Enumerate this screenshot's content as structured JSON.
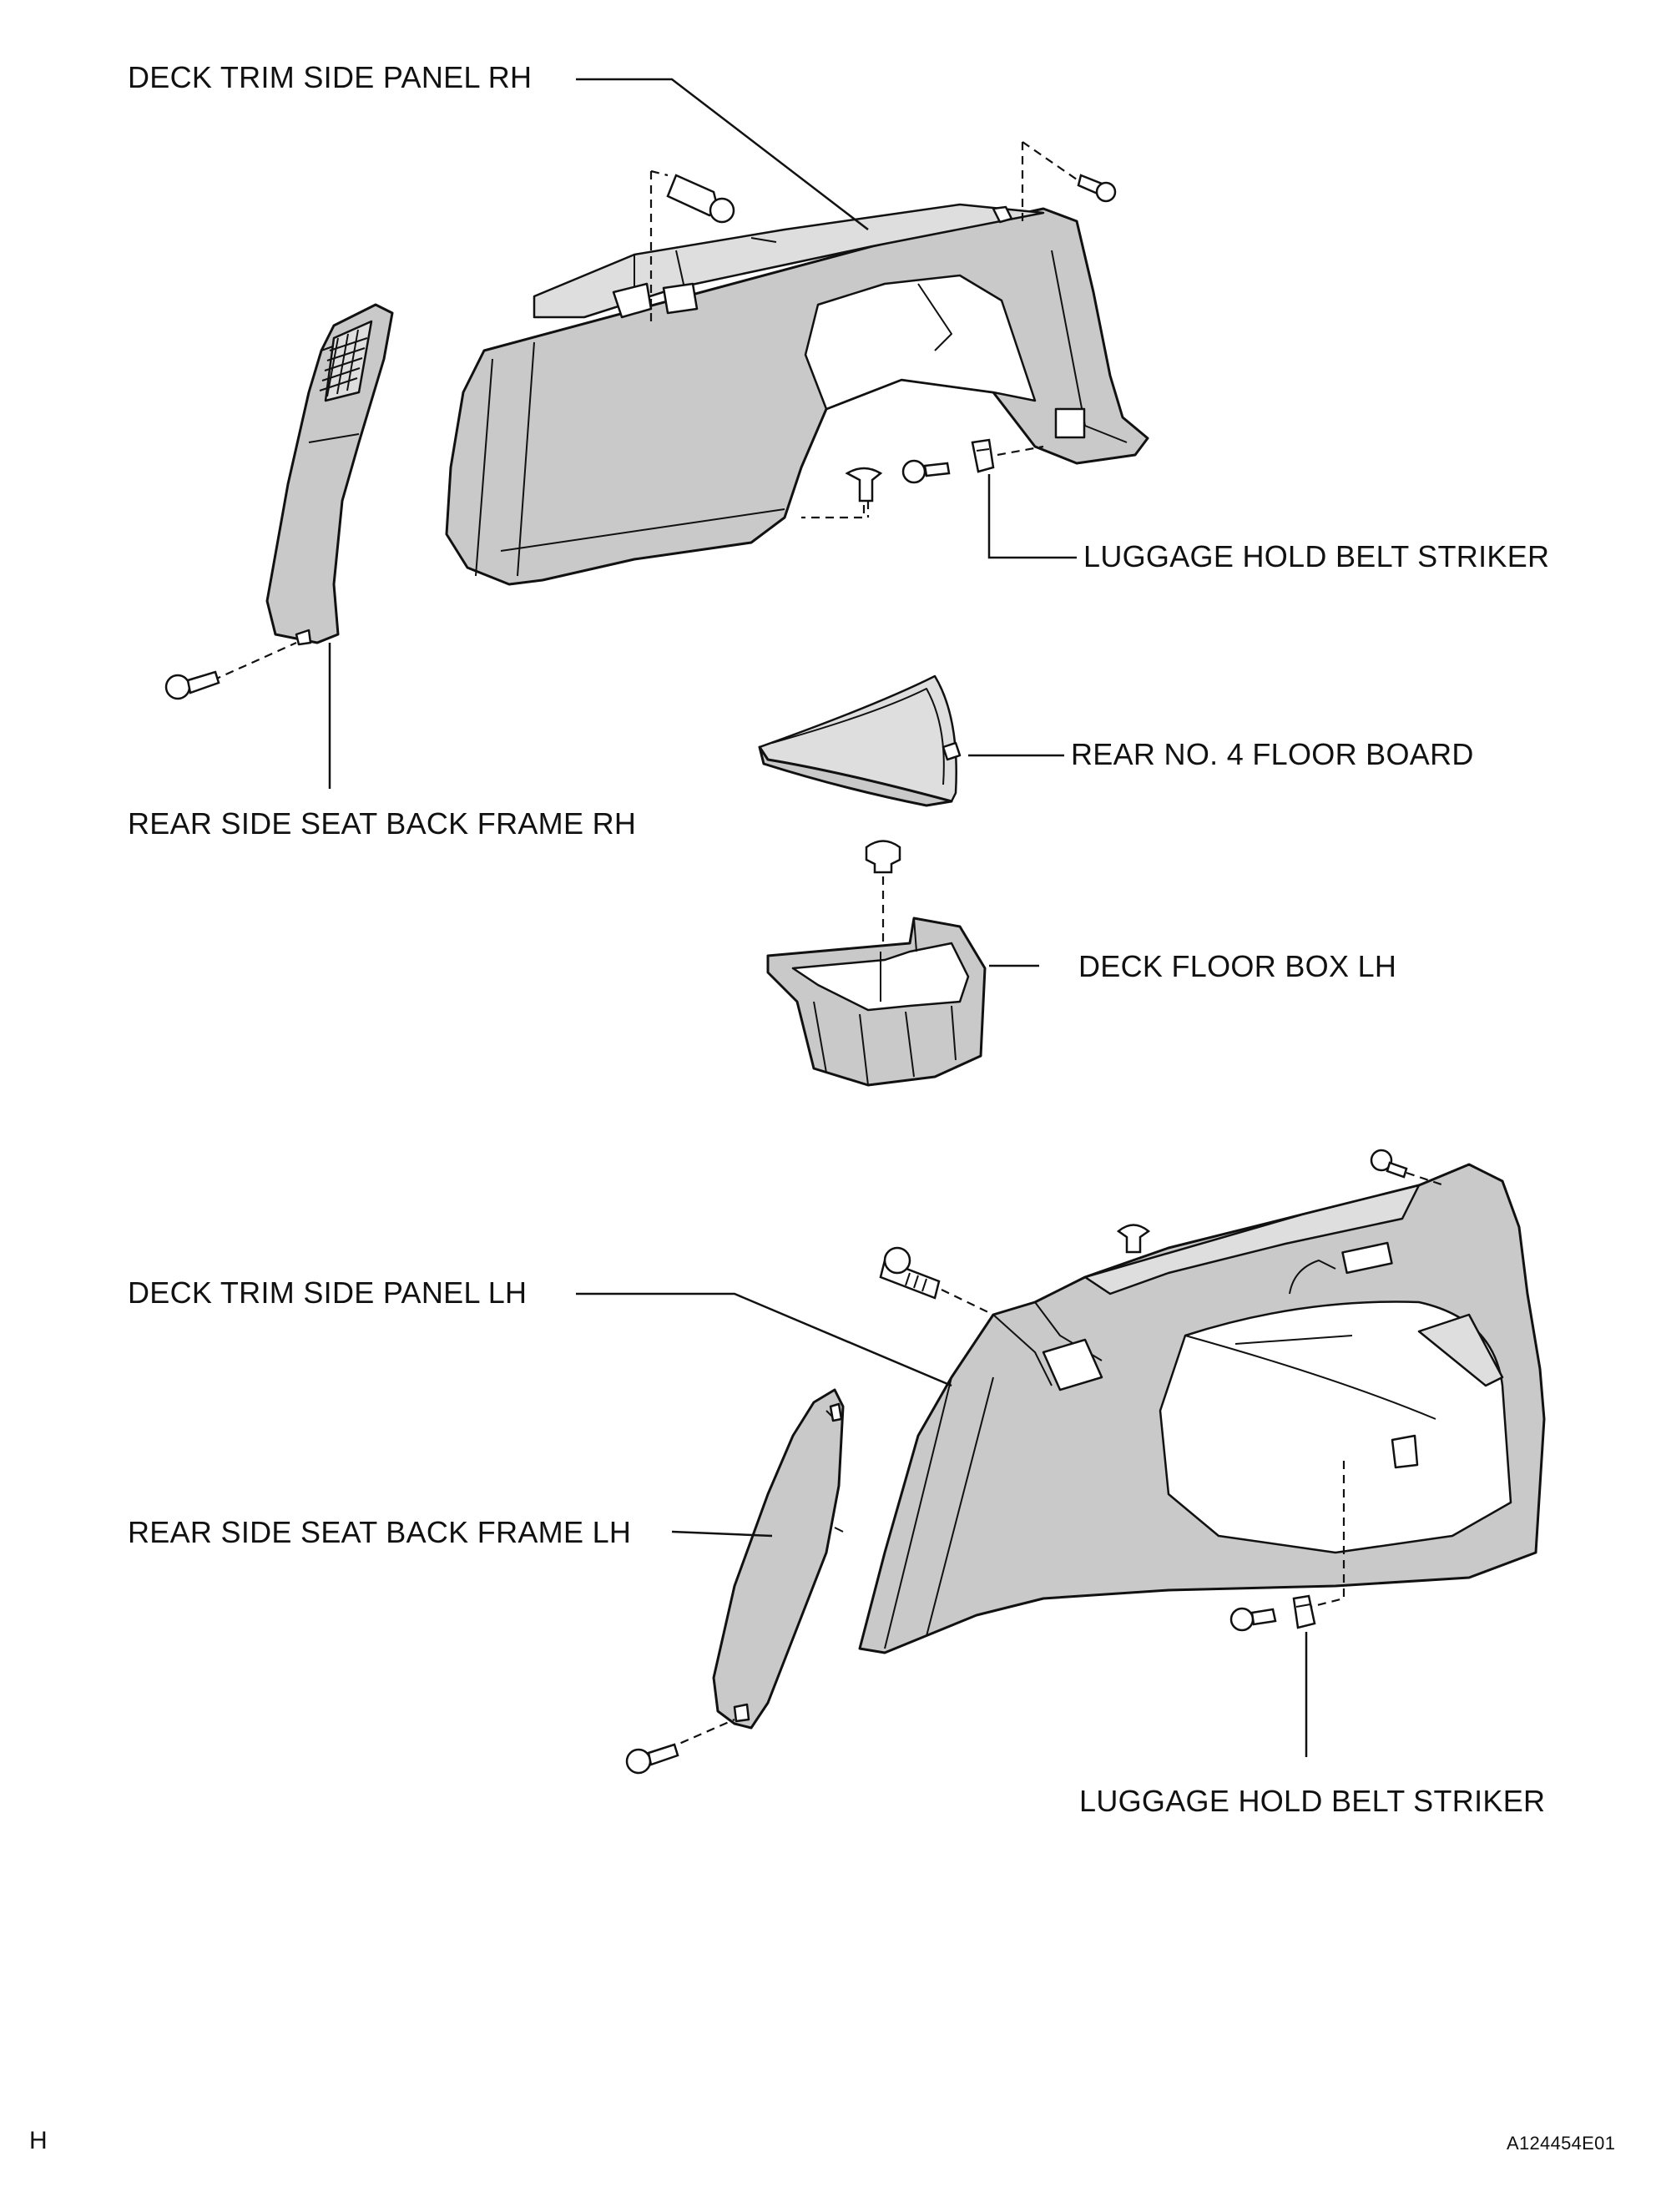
{
  "labels": {
    "deck_trim_side_panel_rh": "DECK TRIM SIDE PANEL RH",
    "luggage_hold_belt_striker_upper": "LUGGAGE HOLD BELT STRIKER",
    "rear_no4_floor_board": "REAR NO. 4 FLOOR BOARD",
    "rear_side_seat_back_frame_rh": "REAR SIDE SEAT BACK FRAME RH",
    "deck_floor_box_lh": "DECK FLOOR BOX LH",
    "deck_trim_side_panel_lh": "DECK TRIM SIDE PANEL LH",
    "rear_side_seat_back_frame_lh": "REAR SIDE SEAT BACK FRAME LH",
    "luggage_hold_belt_striker_lower": "LUGGAGE HOLD BELT STRIKER"
  },
  "corner_mark": "H",
  "figure_code": "A124454E01",
  "icons": [
    "bolt-icon",
    "clip-icon",
    "striker-icon"
  ]
}
